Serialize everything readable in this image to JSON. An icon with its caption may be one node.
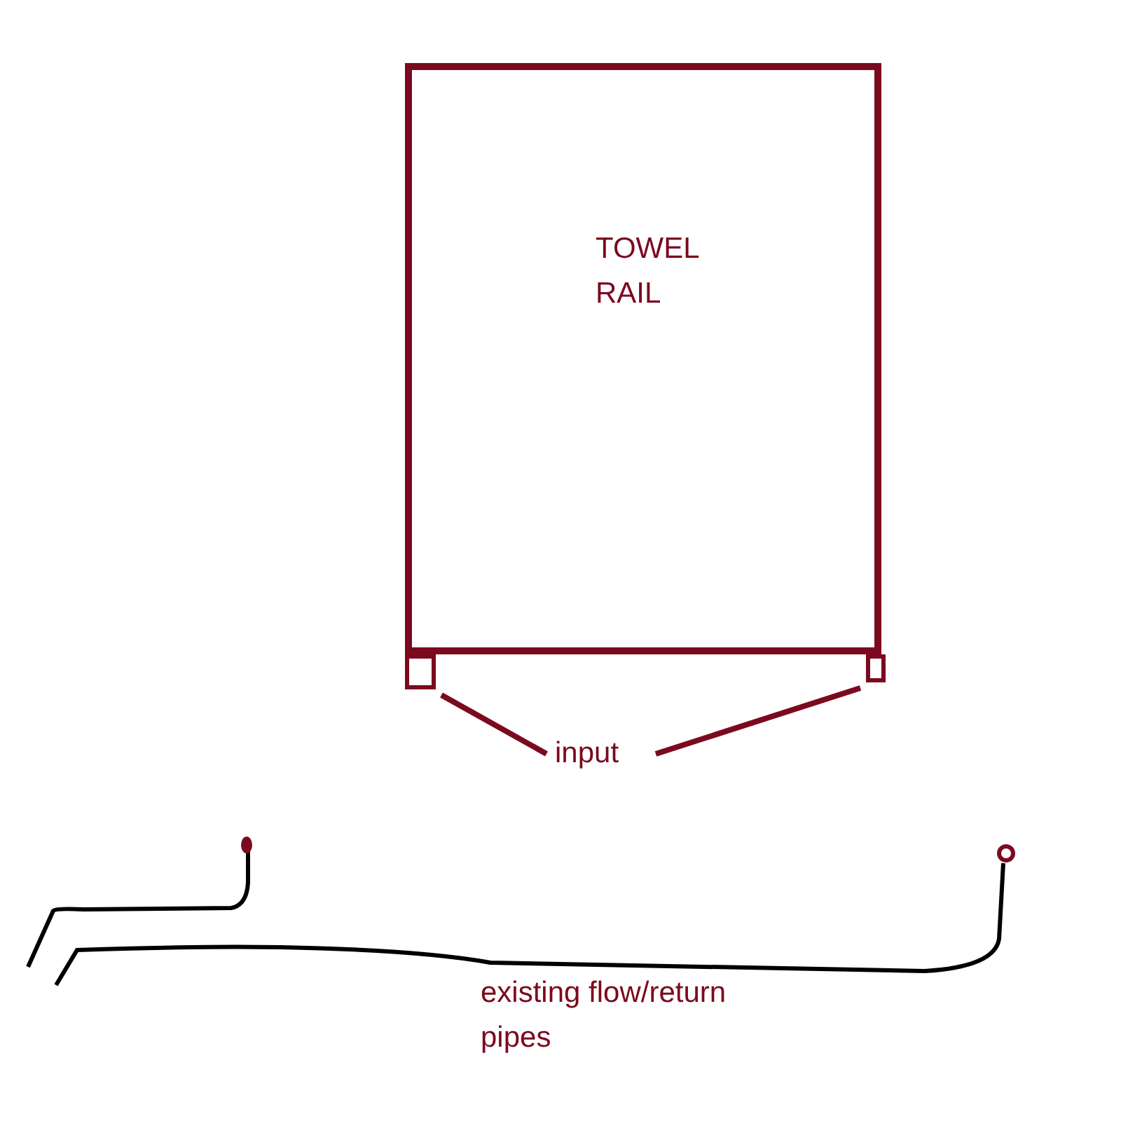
{
  "diagram": {
    "nodes": [
      {
        "text": [
          "TOWEL RAIL"
        ]
      },
      {
        "text": [],
        "shape": "box"
      },
      {
        "text": [],
        "shape": "box"
      },
      {
        "text": [
          "input"
        ]
      }
    ],
    "edges": [
      {
        "from": 3,
        "to": 1,
        "arrow": "none"
      },
      {
        "from": 3,
        "to": 2,
        "arrow": "none"
      }
    ],
    "labels": [
      "existing flow/return pipes"
    ]
  }
}
